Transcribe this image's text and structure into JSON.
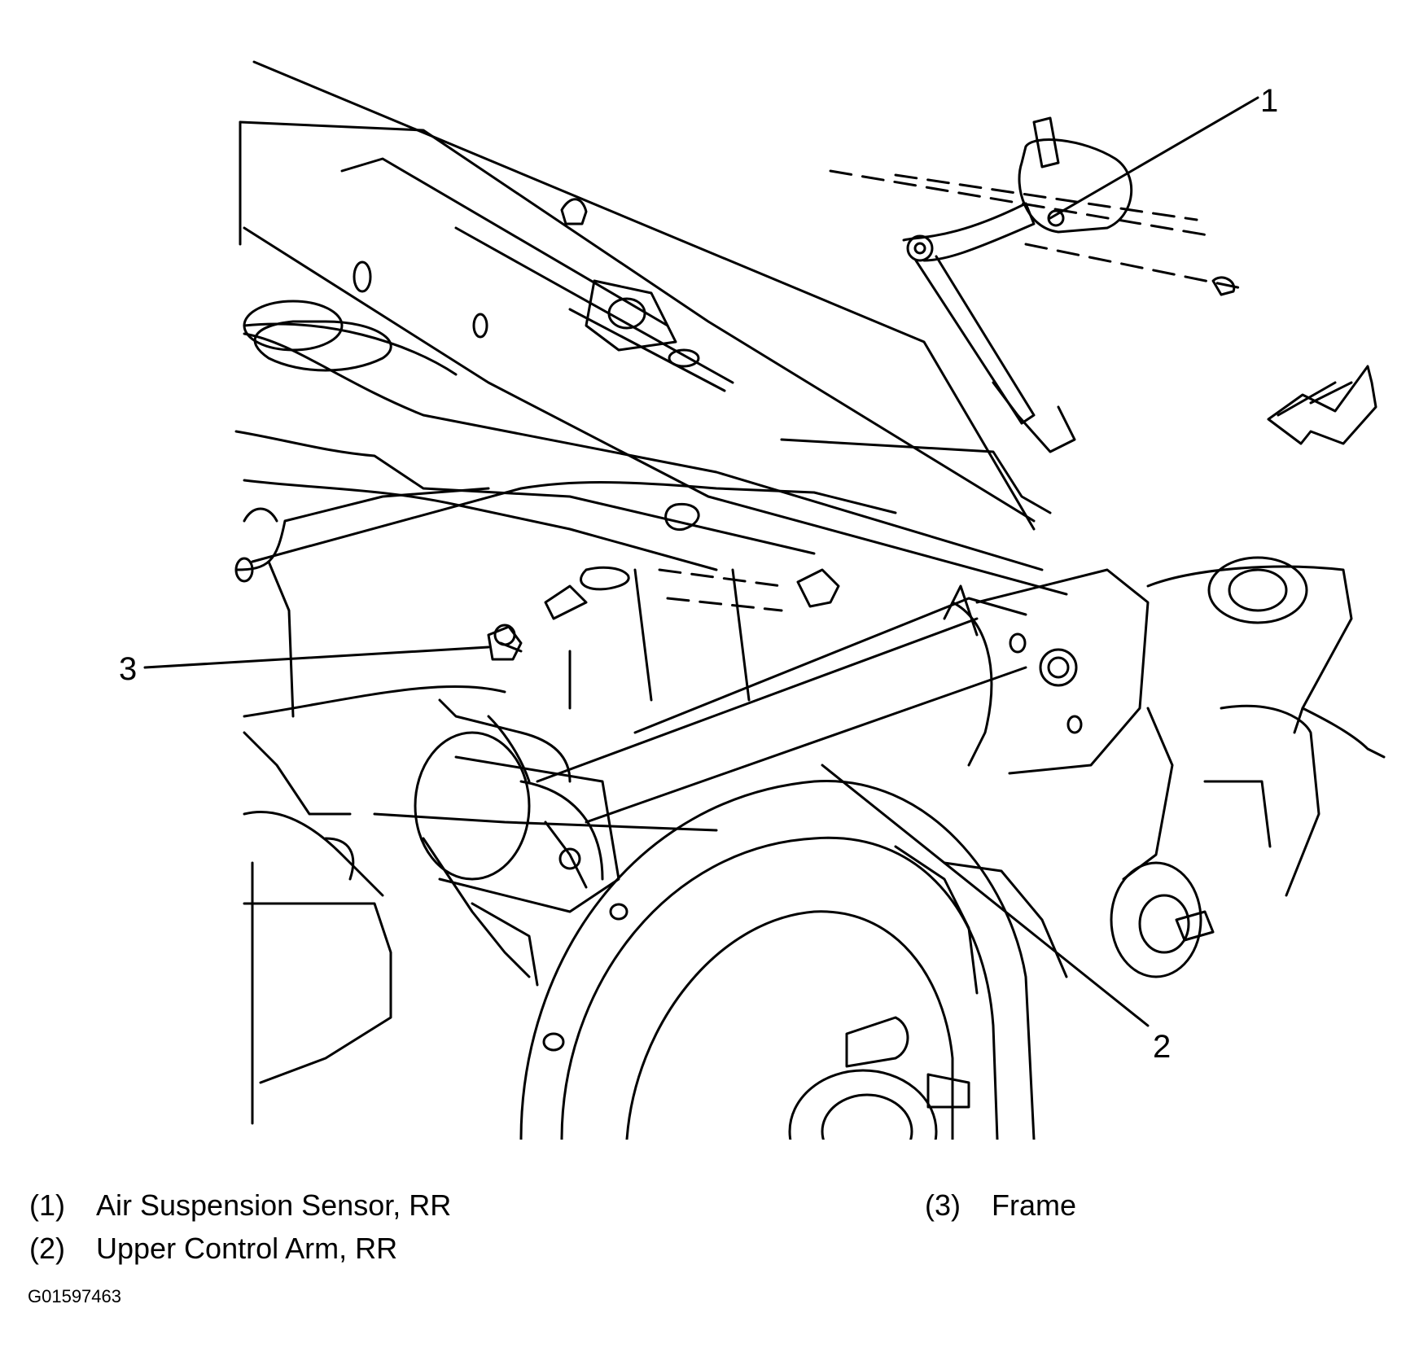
{
  "callouts": [
    {
      "number": "1",
      "target": "air-suspension-sensor"
    },
    {
      "number": "2",
      "target": "upper-control-arm"
    },
    {
      "number": "3",
      "target": "frame"
    }
  ],
  "legend": [
    {
      "num": "(1)",
      "label": "Air Suspension Sensor, RR"
    },
    {
      "num": "(2)",
      "label": "Upper Control Arm, RR"
    },
    {
      "num": "(3)",
      "label": "Frame"
    }
  ],
  "figure_id": "G01597463",
  "icons": {
    "direction_arrow": "front-direction-arrow-icon"
  }
}
